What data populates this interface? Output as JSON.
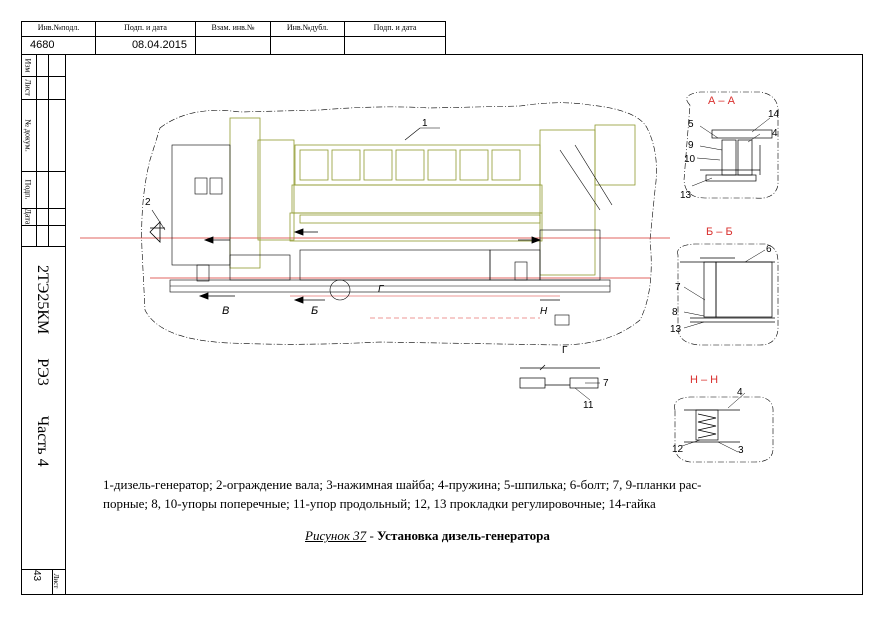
{
  "stamp": {
    "headers": [
      "Инв.№подл.",
      "Подп. и дата",
      "Взам. инв.№",
      "Инв.№дубл.",
      "Подп. и дата"
    ],
    "values": [
      "4680",
      "08.04.2015",
      "",
      "",
      ""
    ]
  },
  "side_stamp": {
    "labels": [
      "Изм",
      "Лист",
      "№ докум.",
      "Подп.",
      "Дата"
    ]
  },
  "designation": {
    "code": "2ТЭ25КМ",
    "doc": "РЭ3",
    "part": "Часть 4"
  },
  "sheet": {
    "label": "Лист",
    "number": "43"
  },
  "figure": {
    "section_labels": [
      "А – А",
      "Б – Б",
      "Н – Н",
      "Г"
    ],
    "view_letters": [
      "В",
      "Б",
      "Г",
      "Н"
    ],
    "callouts_main": [
      "1",
      "2"
    ],
    "callouts_aa": [
      "5",
      "14",
      "4",
      "9",
      "10",
      "13"
    ],
    "callouts_bb": [
      "6",
      "7",
      "8",
      "13"
    ],
    "callouts_g": [
      "7",
      "11"
    ],
    "callouts_nn": [
      "4",
      "12",
      "3"
    ]
  },
  "caption": {
    "line1": "1-дизель-генератор; 2-ограждение вала; 3-нажимная шайба; 4-пружина; 5-шпилька; 6-болт; 7, 9-планки рас-",
    "line2": "порные; 8, 10-упоры поперечные; 11-упор продольный; 12, 13 прокладки регулировочные; 14-гайка",
    "figure_ref": "Рисунок 37",
    "separator": " - ",
    "figure_title": "Установка дизель-генератора"
  },
  "colors": {
    "engine": "#8f9a2e",
    "cut_line": "#d9302e",
    "outline": "#000000"
  }
}
